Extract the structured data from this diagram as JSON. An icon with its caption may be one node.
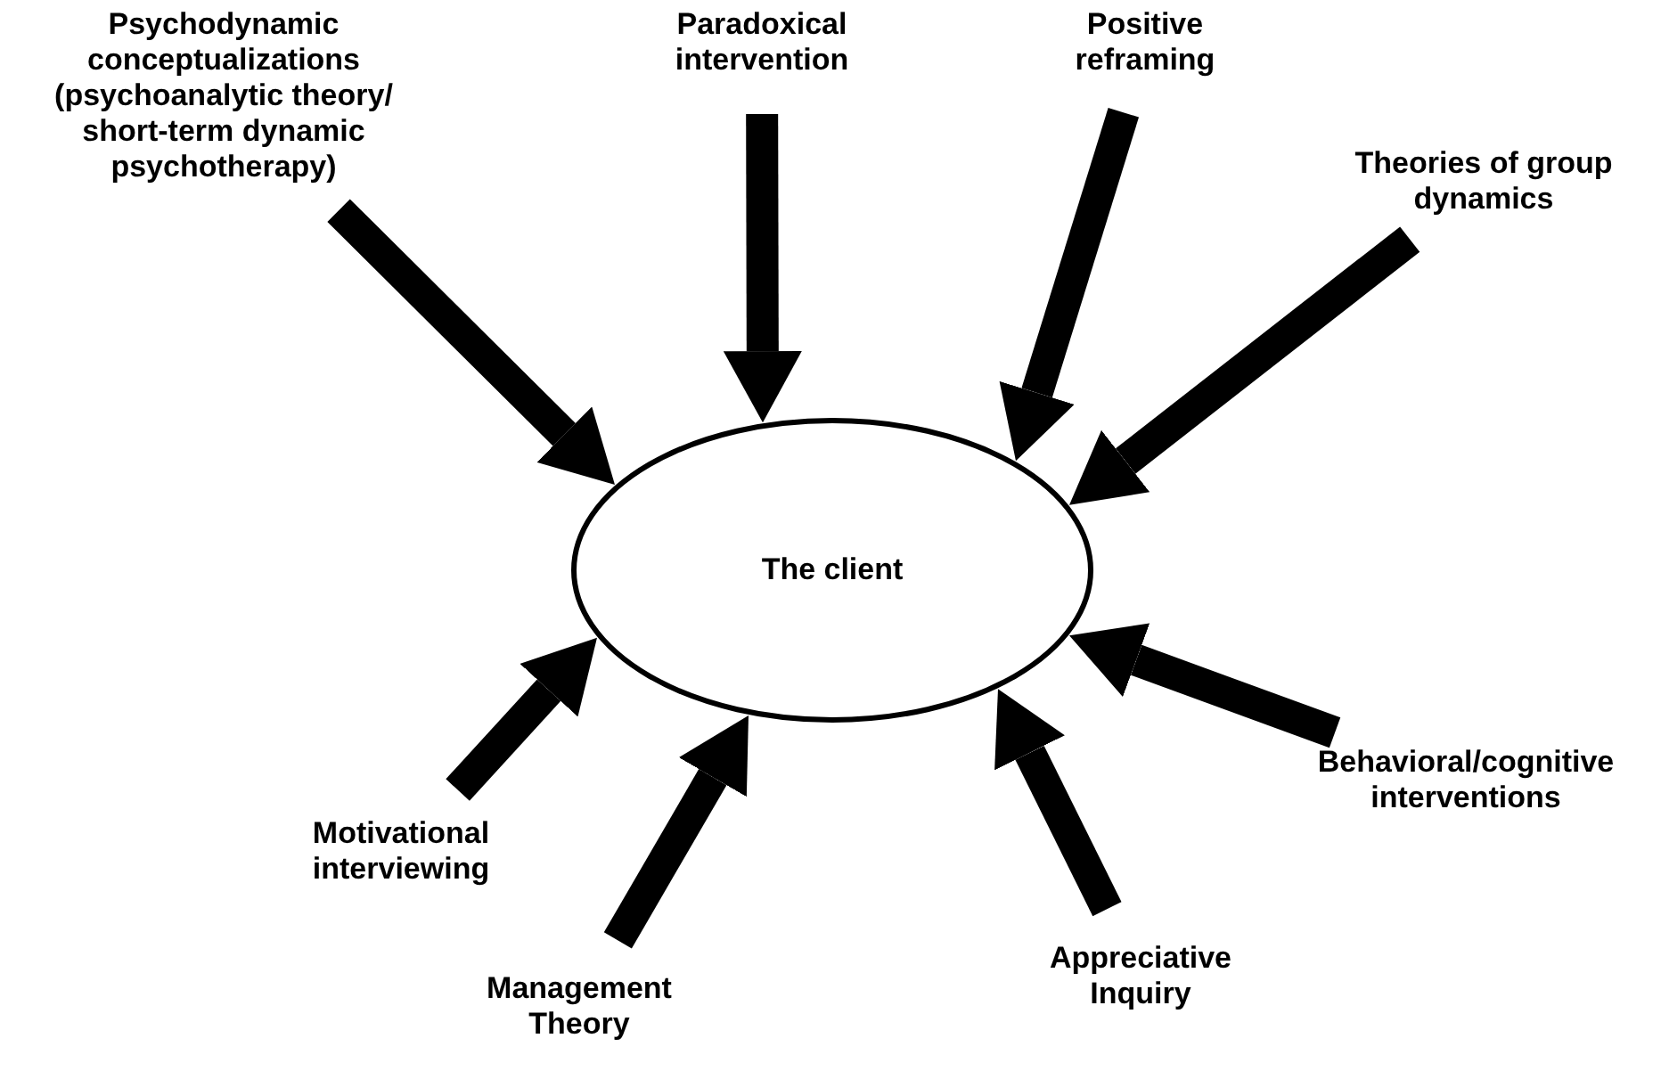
{
  "diagram": {
    "nodes": [
      {
        "text": [
          "The client"
        ]
      },
      {
        "text": [
          "Psychodynamic conceptualizations (psychoanalytic theory/ short-term dynamic psychotherapy)"
        ]
      },
      {
        "text": [
          "Paradoxical intervention"
        ]
      },
      {
        "text": [
          "Positive reframing"
        ]
      },
      {
        "text": [
          "Theories of group dynamics"
        ]
      },
      {
        "text": [
          "Behavioral/cognitive interventions"
        ]
      },
      {
        "text": [
          "Appreciative Inquiry"
        ]
      },
      {
        "text": [
          "Management Theory"
        ]
      },
      {
        "text": [
          "Motivational interviewing"
        ]
      }
    ],
    "edges": [
      {
        "from": 1,
        "to": 0,
        "arrow": "to"
      },
      {
        "from": 2,
        "to": 0,
        "arrow": "to"
      },
      {
        "from": 3,
        "to": 0,
        "arrow": "to"
      },
      {
        "from": 4,
        "to": 0,
        "arrow": "to"
      },
      {
        "from": 5,
        "to": 0,
        "arrow": "to"
      },
      {
        "from": 6,
        "to": 0,
        "arrow": "to"
      },
      {
        "from": 7,
        "to": 0,
        "arrow": "to"
      },
      {
        "from": 8,
        "to": 0,
        "arrow": "to"
      }
    ]
  }
}
